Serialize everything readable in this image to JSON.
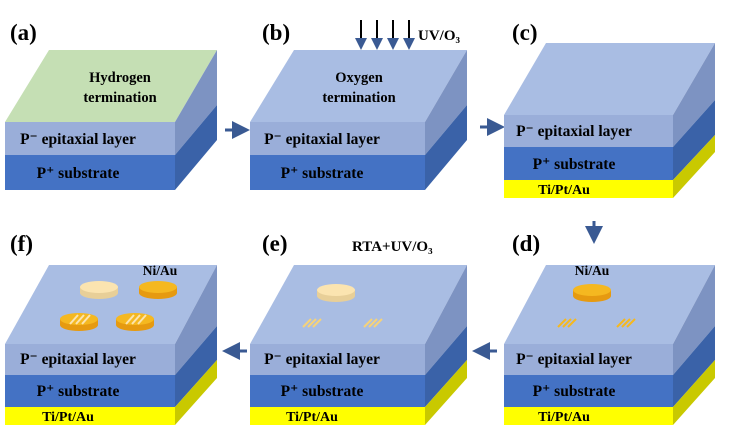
{
  "colors": {
    "top_face": "#a9bde3",
    "top_face_hydrogen": "#c5dfb4",
    "epi_front": "#9aaed9",
    "epi_side": "#7d93c2",
    "sub_front": "#4472c4",
    "sub_side": "#3a62a8",
    "metal_front": "#ffff00",
    "metal_side": "#c9c900",
    "contact": "#f5b820",
    "contact_light": "#fbe4b0",
    "arrow": "#3a5a93"
  },
  "panels": {
    "a": {
      "label": "(a)",
      "top_line1": "Hydrogen",
      "top_line2": "termination",
      "epi": "P⁻ epitaxial layer",
      "sub": "P⁺ substrate"
    },
    "b": {
      "label": "(b)",
      "top_line1": "Oxygen",
      "top_line2": "termination",
      "treatment": "UV/O₃",
      "epi": "P⁻ epitaxial layer",
      "sub": "P⁺ substrate"
    },
    "c": {
      "label": "(c)",
      "epi": "P⁻ epitaxial layer",
      "sub": "P⁺ substrate",
      "metal": "Ti/Pt/Au"
    },
    "d": {
      "label": "(d)",
      "contact": "Ni/Au",
      "epi": "P⁻ epitaxial layer",
      "sub": "P⁺ substrate",
      "metal": "Ti/Pt/Au"
    },
    "e": {
      "label": "(e)",
      "treatment": "RTA+UV/O₃",
      "epi": "P⁻ epitaxial layer",
      "sub": "P⁺ substrate",
      "metal": "Ti/Pt/Au"
    },
    "f": {
      "label": "(f)",
      "contact": "Ni/Au",
      "epi": "P⁻ epitaxial layer",
      "sub": "P⁺ substrate",
      "metal": "Ti/Pt/Au"
    }
  }
}
